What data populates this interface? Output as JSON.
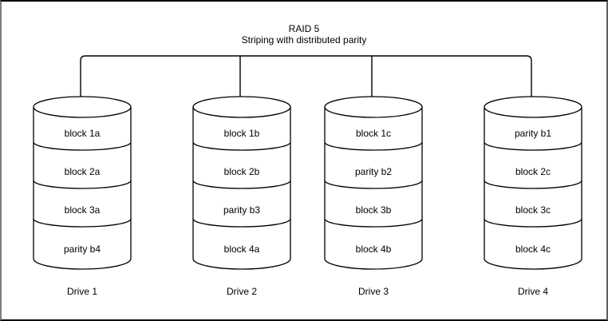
{
  "title": {
    "line1": "RAID 5",
    "line2": "Striping with distributed parity"
  },
  "drives": [
    {
      "name": "Drive 1",
      "blocks": [
        "block 1a",
        "block 2a",
        "block 3a",
        "parity b4"
      ]
    },
    {
      "name": "Drive 2",
      "blocks": [
        "block 1b",
        "block 2b",
        "parity b3",
        "block 4a"
      ]
    },
    {
      "name": "Drive 3",
      "blocks": [
        "block 1c",
        "parity b2",
        "block 3b",
        "block 4b"
      ]
    },
    {
      "name": "Drive 4",
      "blocks": [
        "parity b1",
        "block 2c",
        "block 3c",
        "block 4c"
      ]
    }
  ],
  "colors": {
    "line": "#000000",
    "text": "#000000",
    "background": "#ffffff"
  }
}
